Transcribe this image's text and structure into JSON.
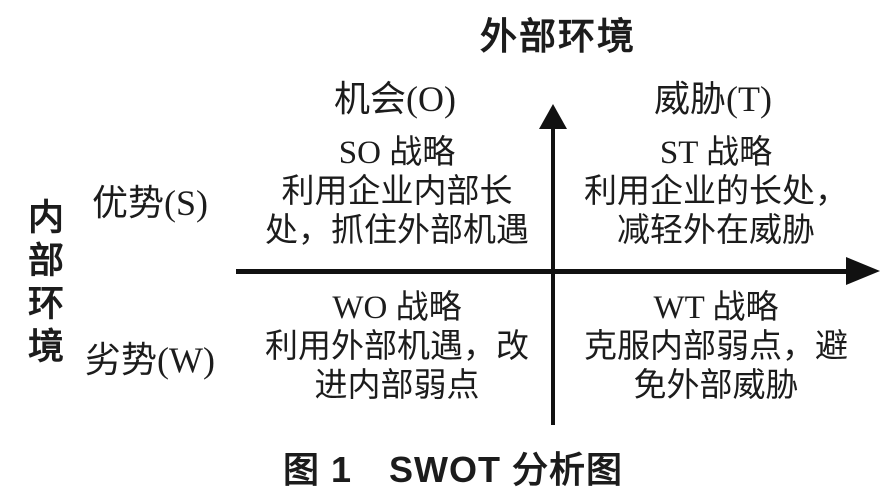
{
  "diagram": {
    "title": "外部环境",
    "side_label": "内部环境",
    "columns": {
      "opportunity": {
        "label": "机会(O)"
      },
      "threat": {
        "label": "威胁(T)"
      }
    },
    "rows": {
      "strength": {
        "label": "优势(S)"
      },
      "weakness": {
        "label": "劣势(W)"
      }
    },
    "quadrants": {
      "so": {
        "title": "SO 战略",
        "lines": [
          "利用企业内部长",
          "处，抓住外部机遇"
        ]
      },
      "st": {
        "title": "ST 战略",
        "lines": [
          "利用企业的长处，",
          "减轻外在威胁"
        ]
      },
      "wo": {
        "title": "WO 战略",
        "lines": [
          "利用外部机遇，改",
          "进内部弱点"
        ]
      },
      "wt": {
        "title": "WT 战略",
        "lines": [
          "克服内部弱点，避",
          "免外部威胁"
        ]
      }
    },
    "caption": "图 1　SWOT 分析图",
    "colors": {
      "ink": "#1c1c1c",
      "axis": "#111111",
      "background": "#ffffff"
    }
  }
}
